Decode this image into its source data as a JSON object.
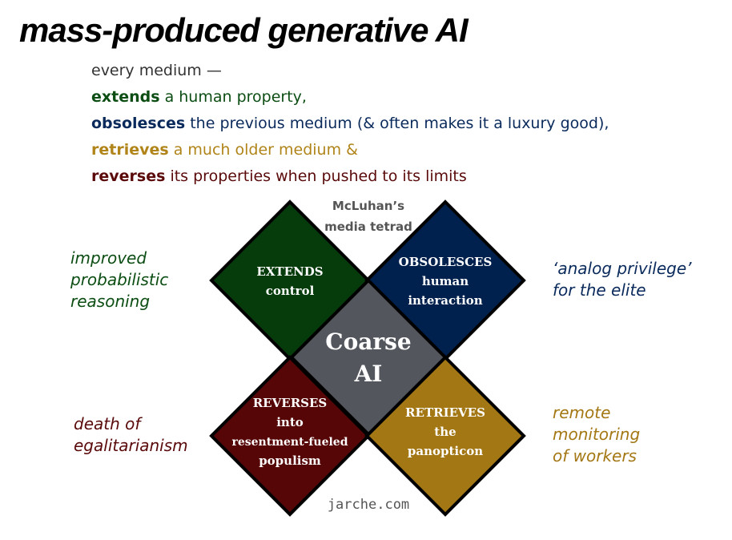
{
  "title": "mass-produced generative AI",
  "intro": "every medium —",
  "lines": [
    {
      "keyword": "extends",
      "rest": " a human property,",
      "color": "#0b4d12"
    },
    {
      "keyword": "obsolesces",
      "rest": " the previous medium (& often makes it a luxury good),",
      "color": "#0a2a5c"
    },
    {
      "keyword": "retrieves",
      "rest": " a much older medium &",
      "color": "#b08418"
    },
    {
      "keyword": "reverses",
      "rest": " its properties when pushed to its limits",
      "color": "#5a0a0a"
    }
  ],
  "tetrad_label": [
    "McLuhan’s",
    "media tetrad"
  ],
  "center": [
    "Coarse",
    "AI"
  ],
  "quadrants": {
    "extends": {
      "lines": [
        "EXTENDS",
        "control"
      ],
      "color": "#063c0c"
    },
    "obsolesces": {
      "lines": [
        "OBSOLESCES",
        "human",
        "interaction"
      ],
      "color": "#00214d"
    },
    "reverses": {
      "lines": [
        "REVERSES",
        "into",
        "resentment-fueled",
        "populism"
      ],
      "color": "#560606"
    },
    "retrieves": {
      "lines": [
        "RETRIEVES",
        "the",
        "panopticon"
      ],
      "color": "#a37713"
    }
  },
  "center_color": "#53565c",
  "notes": {
    "extends": [
      "improved",
      "probabilistic",
      "reasoning"
    ],
    "obsolesces": [
      "‘analog privilege’",
      "for the elite"
    ],
    "reverses": [
      "death of",
      "egalitarianism"
    ],
    "retrieves": [
      "remote",
      "monitoring",
      "of workers"
    ]
  },
  "credit": "jarche.com"
}
